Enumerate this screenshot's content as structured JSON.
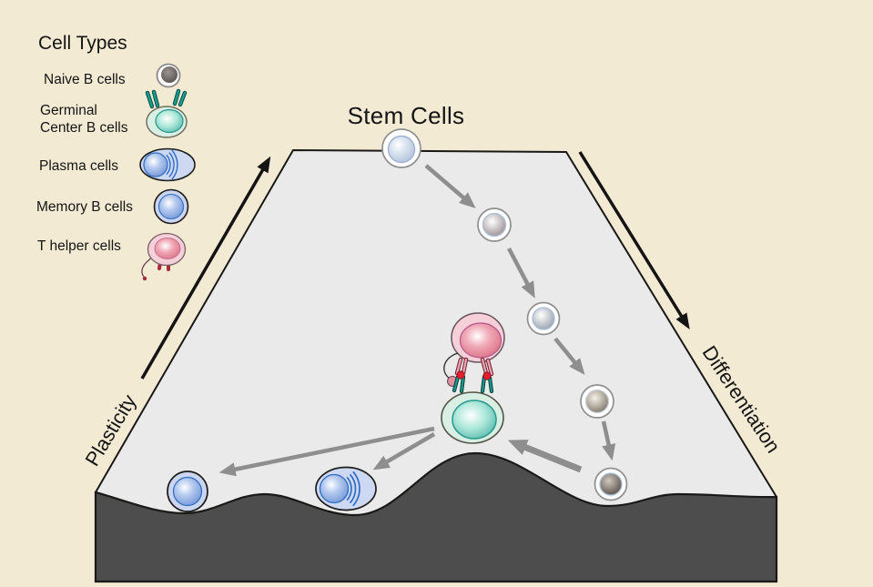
{
  "diagram": {
    "title": "Stem Cells",
    "plasticity_label": "Plasticity",
    "differentiation_label": "Differentiation"
  },
  "legend": {
    "heading": "Cell Types",
    "items": [
      {
        "label": "Naive B cells",
        "icon": "naive-b-cell-icon",
        "color": "#565150"
      },
      {
        "label": "Germinal Center B cells",
        "icon": "germinal-center-b-cell-icon",
        "color": "#2aa395"
      },
      {
        "label": "Plasma cells",
        "icon": "plasma-cell-icon",
        "color": "#5c85cf"
      },
      {
        "label": "Memory B cells",
        "icon": "memory-b-cell-icon",
        "color": "#5c85cf"
      },
      {
        "label": "T helper cells",
        "icon": "t-helper-cell-icon",
        "color": "#d4576f"
      }
    ]
  },
  "colors": {
    "background": "#f3ead4",
    "landscape_surface": "#e9eae9",
    "hills": "#4e4d4d",
    "gray_arrow": "#8e8e8e",
    "black_arrow": "#141414",
    "stem_cell_blue": "#a9bcd6",
    "germinal_teal": "#2aa395",
    "b_cell_blue": "#5c85cf",
    "t_helper_rose": "#d4576f"
  }
}
